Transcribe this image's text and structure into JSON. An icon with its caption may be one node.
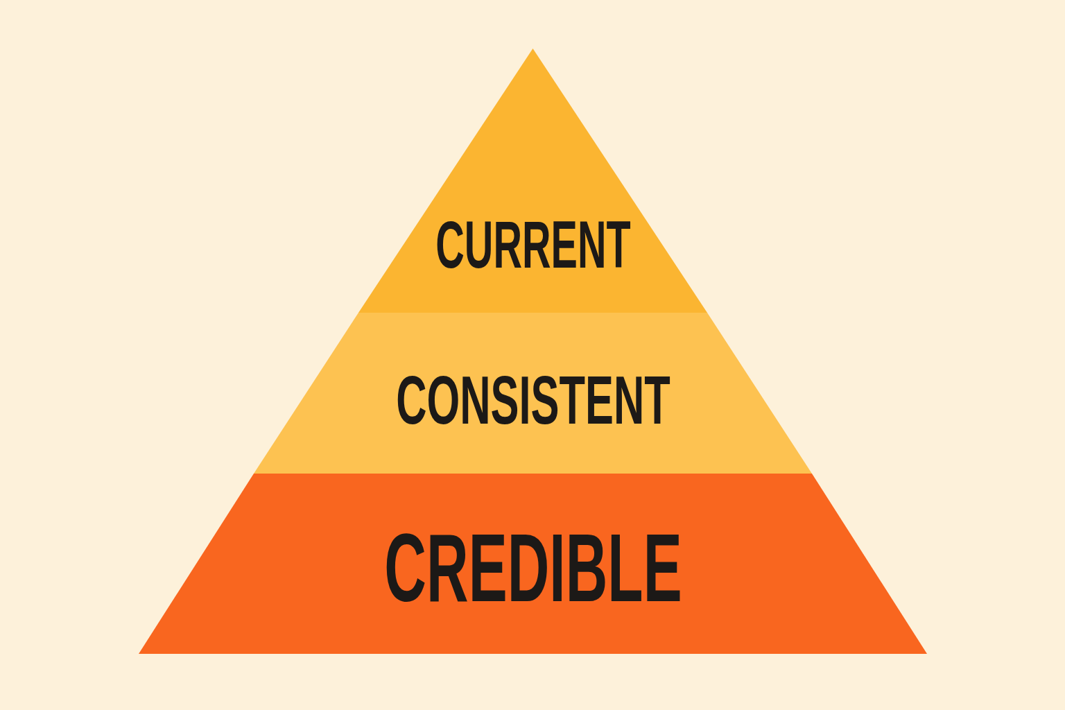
{
  "diagram": {
    "nodes": [
      {
        "text": [
          "CURRENT"
        ]
      },
      {
        "text": [
          "CONSISTENT"
        ]
      },
      {
        "text": [
          "CREDIBLE"
        ]
      }
    ]
  }
}
